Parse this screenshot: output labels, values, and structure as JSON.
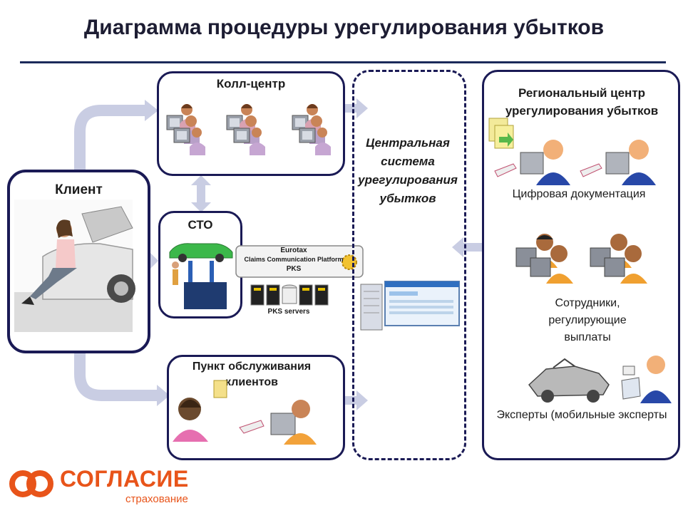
{
  "title": "Диаграмма процедуры урегулирования убытков",
  "nodes": {
    "client": "Клиент",
    "call_center": "Колл-центр",
    "sto": "СТО",
    "service_point": "Пункт обслуживания клиентов",
    "central_system": "Центральная система урегулирования убытков",
    "regional_center": "Региональный центр урегулирования убытков"
  },
  "platform": {
    "line1": "Eurotax",
    "line2": "Claims Communication Platform",
    "line3": "PKS",
    "servers": "PKS servers"
  },
  "regional_items": {
    "digital_docs": "Цифровая документация",
    "staff": "Сотрудники, регулирующие выплаты",
    "experts": "Эксперты (мобильные эксперты"
  },
  "logo": {
    "name": "СОГЛАСИЕ",
    "subtitle": "страхование",
    "color": "#e8541a"
  }
}
